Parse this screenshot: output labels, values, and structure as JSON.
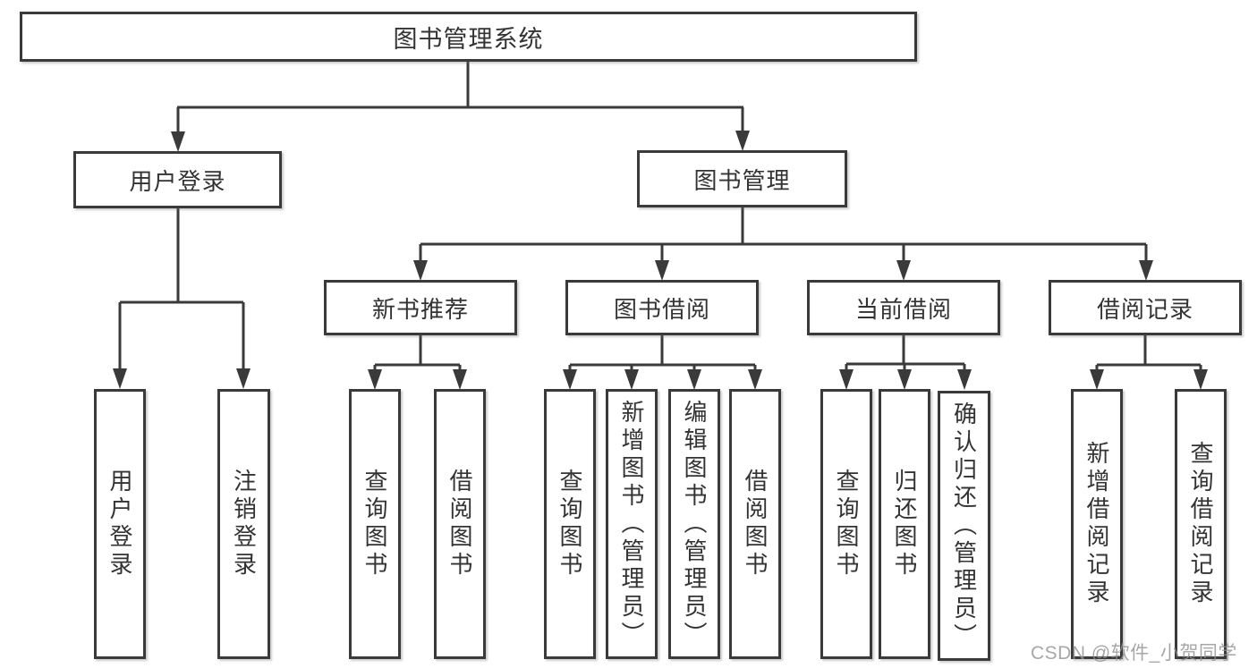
{
  "tree": {
    "root": "图书管理系统",
    "branches": [
      {
        "label": "用户登录",
        "leaves": [
          "用户登录",
          "注销登录"
        ]
      },
      {
        "label": "图书管理",
        "groups": [
          {
            "label": "新书推荐",
            "leaves": [
              "查询图书",
              "借阅图书"
            ]
          },
          {
            "label": "图书借阅",
            "leaves": [
              "查询图书",
              "新增图书（管理员）",
              "编辑图书（管理员）",
              "借阅图书"
            ]
          },
          {
            "label": "当前借阅",
            "leaves": [
              "查询图书",
              "归还图书",
              "确认归还（管理员）"
            ]
          },
          {
            "label": "借阅记录",
            "leaves": [
              "新增借阅记录",
              "查询借阅记录"
            ]
          }
        ]
      }
    ]
  },
  "watermark": "CSDN @软件_小贺同学",
  "colors": {
    "line": "#3a3a3a",
    "text": "#333333",
    "watermark": "#919191",
    "background": "#ffffff"
  }
}
